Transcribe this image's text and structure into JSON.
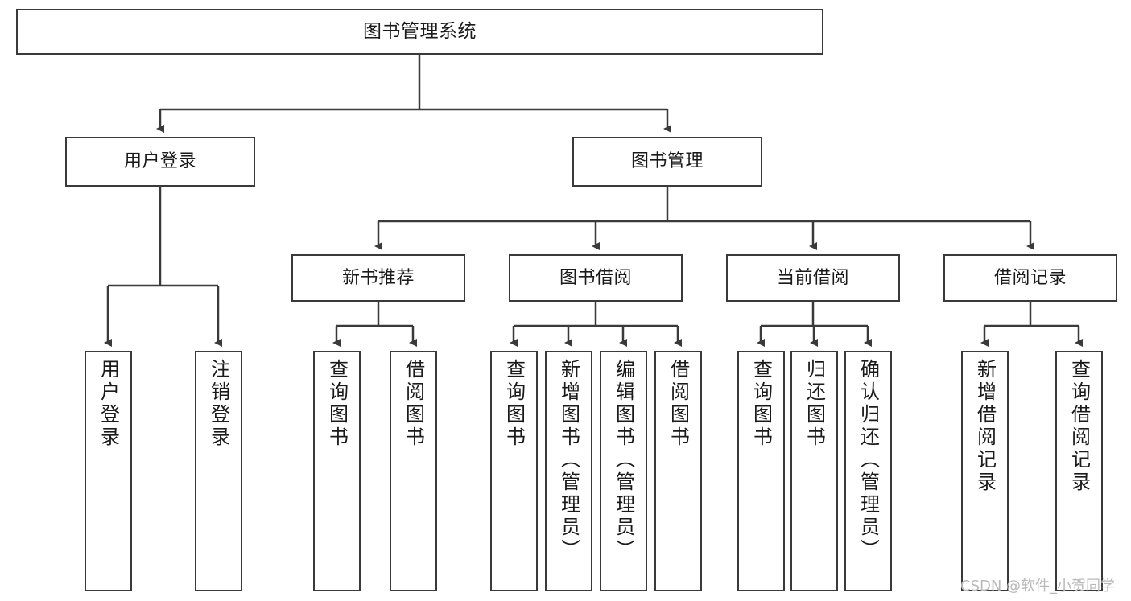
{
  "diagram": {
    "title": "图书管理系统",
    "type": "tree-hierarchy-diagram",
    "colors": {
      "box_border": "#3a3a3a",
      "box_fill": "#ffffff",
      "connector": "#3a3a3a",
      "text": "#1a1a1a",
      "watermark": "#b9b9b9",
      "background": "#ffffff"
    },
    "watermark": "CSDN @软件_小贺同学",
    "levels": {
      "root": {
        "label": "图书管理系统"
      },
      "level2": [
        {
          "label": "用户登录"
        },
        {
          "label": "图书管理"
        }
      ],
      "level3": [
        {
          "label": "新书推荐"
        },
        {
          "label": "图书借阅"
        },
        {
          "label": "当前借阅"
        },
        {
          "label": "借阅记录"
        }
      ],
      "leaves_user_login": [
        {
          "label": "用户登录"
        },
        {
          "label": "注销登录"
        }
      ],
      "leaves_new_book": [
        {
          "label": "查询图书"
        },
        {
          "label": "借阅图书"
        }
      ],
      "leaves_book_borrow": [
        {
          "label": "查询图书"
        },
        {
          "label": "新增图书（管理员）"
        },
        {
          "label": "编辑图书（管理员）"
        },
        {
          "label": "借阅图书"
        }
      ],
      "leaves_current_borrow": [
        {
          "label": "查询图书"
        },
        {
          "label": "归还图书"
        },
        {
          "label": "确认归还（管理员）"
        }
      ],
      "leaves_borrow_record": [
        {
          "label": "新增借阅记录"
        },
        {
          "label": "查询借阅记录"
        }
      ]
    }
  }
}
